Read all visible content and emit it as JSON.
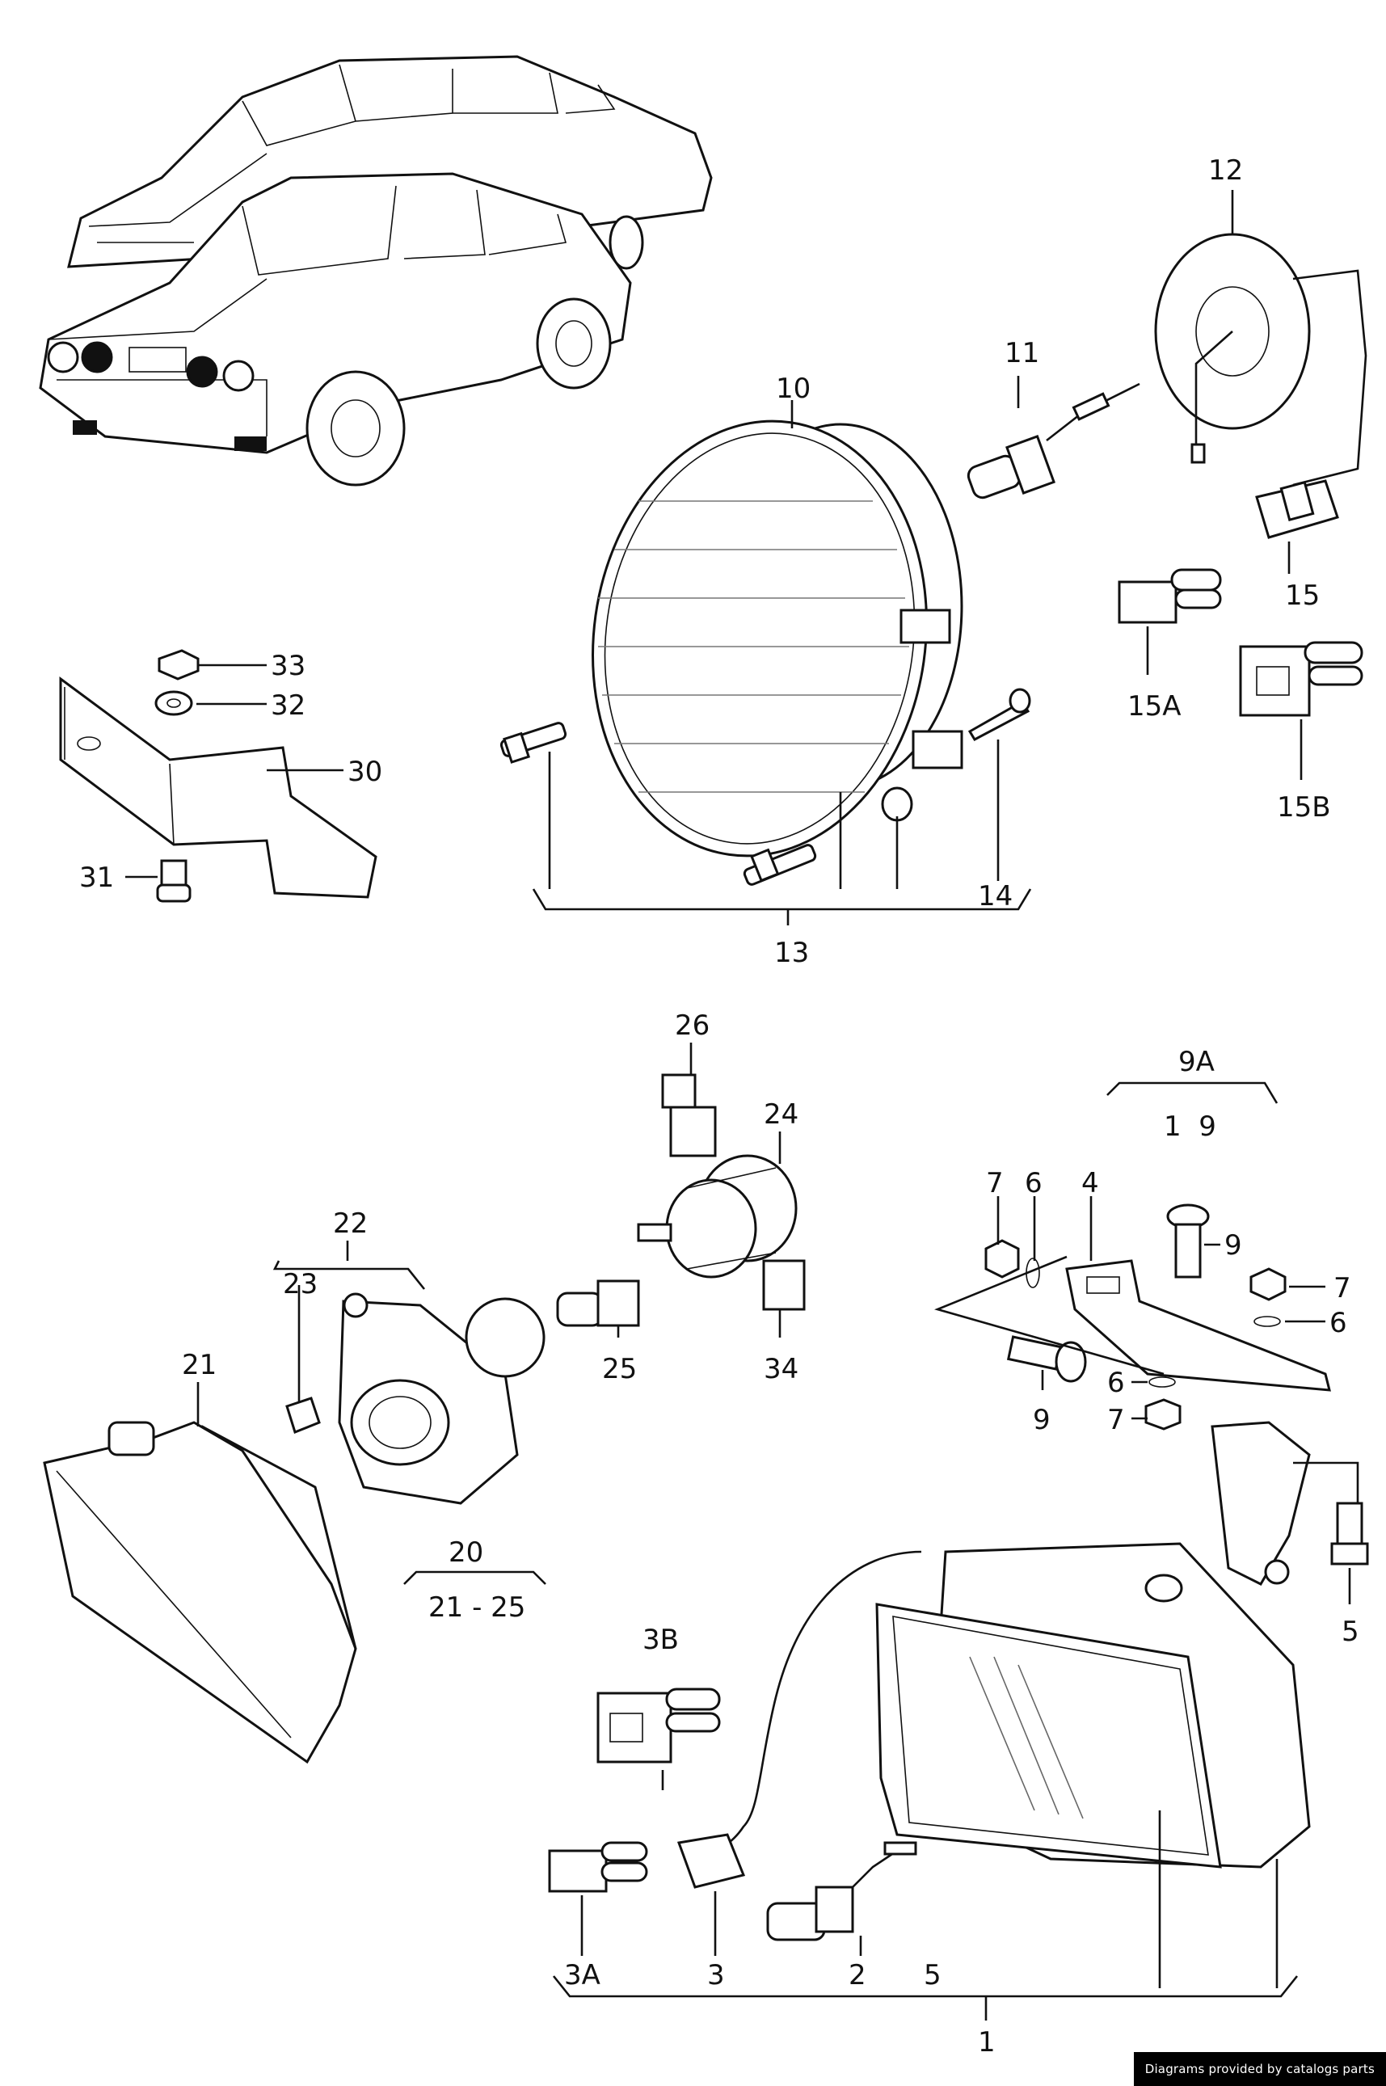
{
  "labels": {
    "l1": "1",
    "l2": "2",
    "l3": "3",
    "l3A": "3A",
    "l3B": "3B",
    "l4": "4",
    "l5a": "5",
    "l5b": "5",
    "l6a": "6",
    "l6b": "6",
    "l6c": "6",
    "l7a": "7",
    "l7b": "7",
    "l7c": "7",
    "l9a": "9",
    "l9b": "9",
    "l9A": "9A",
    "l9A_sub": "1  9",
    "l10": "10",
    "l11": "11",
    "l12": "12",
    "l13": "13",
    "l14": "14",
    "l15": "15",
    "l15A": "15A",
    "l15B": "15B",
    "l20": "20",
    "l20_sub": "21 - 25",
    "l21": "21",
    "l22": "22",
    "l23": "23",
    "l24": "24",
    "l25": "25",
    "l26": "26",
    "l30": "30",
    "l31": "31",
    "l32": "32",
    "l33": "33",
    "l34": "34"
  },
  "credit": "Diagrams provided by catalogs parts"
}
